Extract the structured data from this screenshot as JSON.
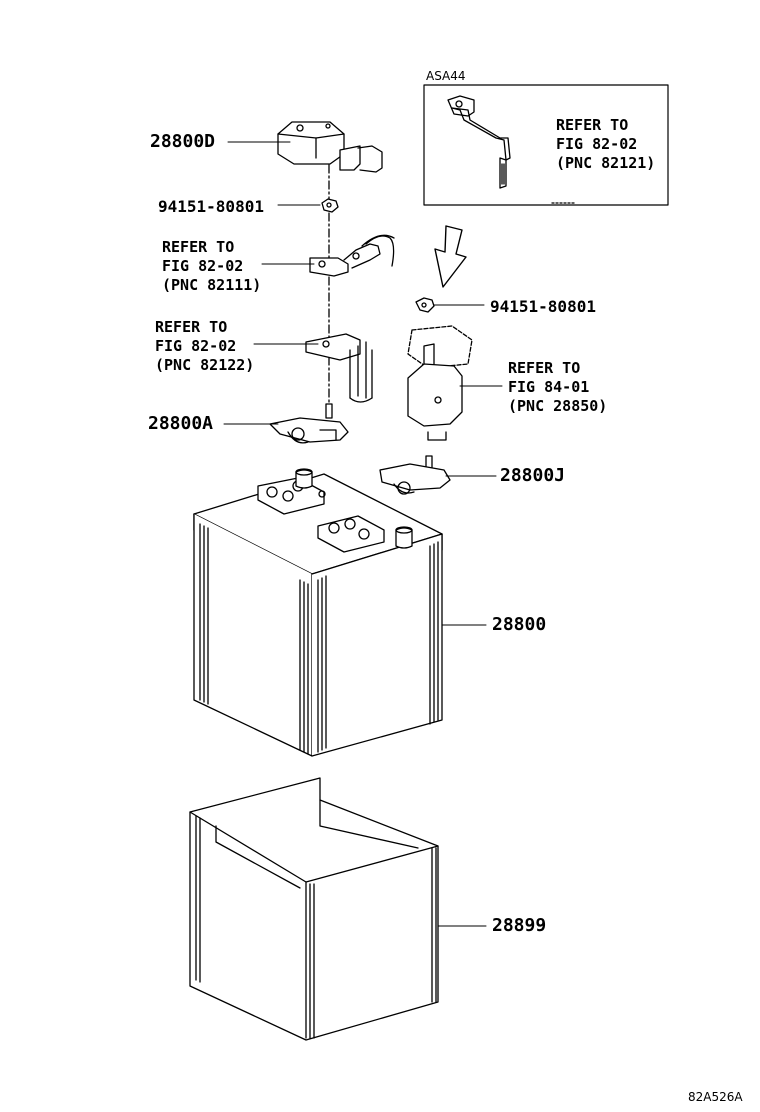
{
  "inset": {
    "model_code": "ASA44",
    "reference": [
      "REFER TO",
      "FIG 82-02",
      "(PNC 82121)"
    ]
  },
  "callouts": {
    "terminal_cover": "28800D",
    "nut_upper": "94151-80801",
    "ref_82111": [
      "REFER TO",
      "FIG 82-02",
      "(PNC 82111)"
    ],
    "ref_82122": [
      "REFER TO",
      "FIG 82-02",
      "(PNC 82122)"
    ],
    "negative_terminal": "28800A",
    "nut_right": "94151-80801",
    "ref_28850": [
      "REFER TO",
      "FIG 84-01",
      "(PNC 28850)"
    ],
    "positive_terminal": "28800J",
    "battery": "28800",
    "battery_tray": "28899"
  },
  "figure_code": "82A526A"
}
